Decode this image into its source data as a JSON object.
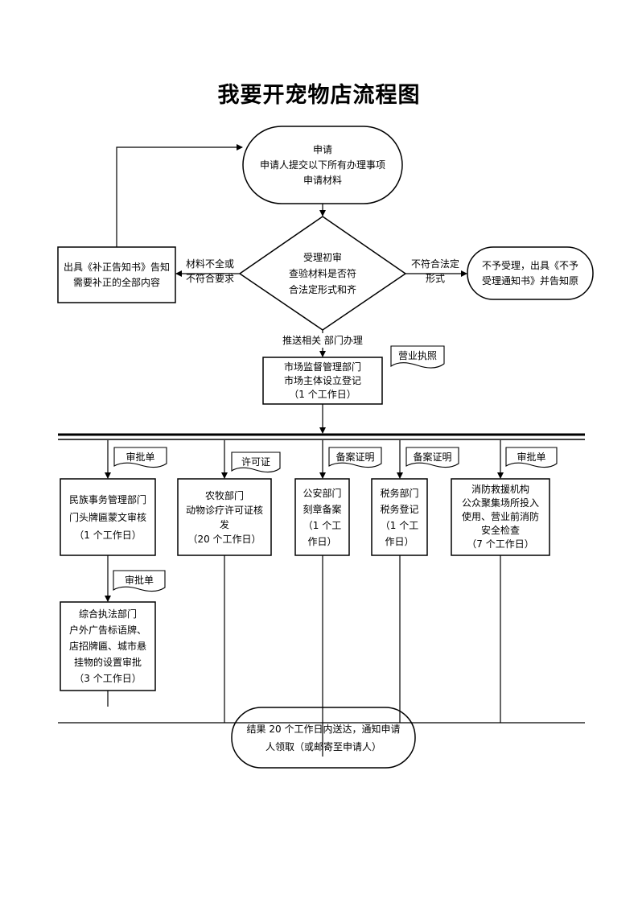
{
  "title": "我要开宠物店流程图",
  "start": {
    "lines": [
      "申请",
      "申请人提交以下所有办理事项",
      "申请材料"
    ]
  },
  "decision": {
    "lines": [
      "受理初审",
      "查验材料是否符",
      "合法定形式和齐"
    ]
  },
  "left_branch": {
    "label_lines": [
      "材料不全或",
      "不符合要求"
    ],
    "box_lines": [
      "出具《补正告知书》告知",
      "需要补正的全部内容"
    ]
  },
  "right_branch": {
    "label_lines": [
      "不符合法定",
      "形式"
    ],
    "box_lines": [
      "不予受理，出具《不予",
      "受理通知书》并告知原"
    ]
  },
  "push_label": "推送相关 部门办理",
  "market": {
    "lines": [
      "市场监督管理部门",
      "市场主体设立登记",
      "（1 个工作日）"
    ],
    "doc": "营业执照"
  },
  "departments": [
    {
      "doc": "审批单",
      "lines": [
        "民族事务管理部门",
        "门头牌匾蒙文审核",
        "（1 个工作日）"
      ]
    },
    {
      "doc": "许可证",
      "lines": [
        "农牧部门",
        "动物诊疗许可证核",
        "发",
        "（20 个工作日）"
      ]
    },
    {
      "doc": "备案证明",
      "lines": [
        "公安部门",
        "刻章备案",
        "（1 个工",
        "作日）"
      ]
    },
    {
      "doc": "备案证明",
      "lines": [
        "税务部门",
        "税务登记",
        "（1 个工",
        "作日）"
      ]
    },
    {
      "doc": "审批单",
      "lines": [
        "消防救援机构",
        "公众聚集场所投入",
        "使用、营业前消防",
        "安全检查",
        "（7 个工作日）"
      ]
    }
  ],
  "sub_department": {
    "doc": "审批单",
    "lines": [
      "综合执法部门",
      "户外广告标语牌、",
      "店招牌匾、城市悬",
      "挂物的设置审批",
      "（3 个工作日）"
    ]
  },
  "end": {
    "lines": [
      "结果 20 个工作日内送达，通知申请",
      "人领取（或邮寄至申请人）"
    ]
  }
}
